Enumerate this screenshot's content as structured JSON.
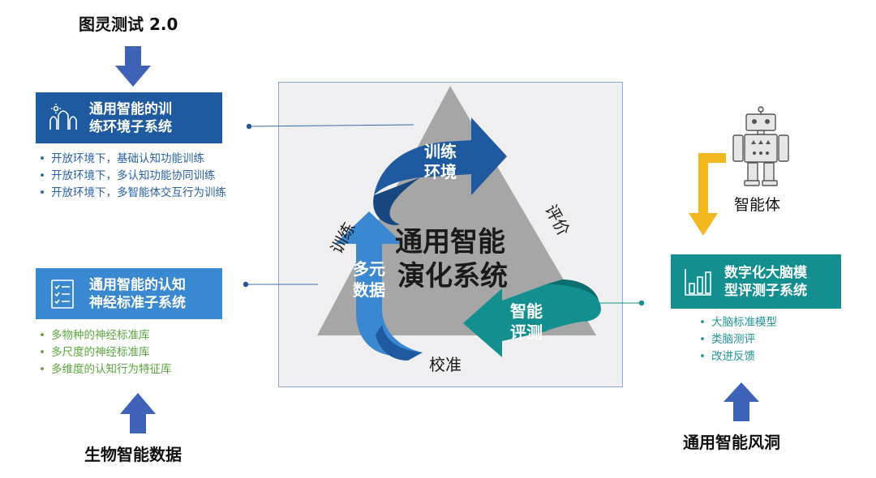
{
  "top_left_title": "图灵测试 2.0",
  "bottom_left_title": "生物智能数据",
  "bottom_right_title": "通用智能风洞",
  "agent_label": "智能体",
  "training_box": {
    "line1": "通用智能的训",
    "line2": "练环境子系统",
    "icon": "mountain-icon"
  },
  "training_bullets": [
    "开放环境下，基础认知功能训练",
    "开放环境下，多认知功能协同训练",
    "开放环境下，多智能体交互行为训练"
  ],
  "neuro_box": {
    "line1": "通用智能的认知",
    "line2": "神经标准子系统",
    "icon": "checklist-icon"
  },
  "neuro_bullets": [
    "多物种的神经标准库",
    "多尺度的神经标准库",
    "多维度的认知行为特征库"
  ],
  "brain_box": {
    "line1": "数字化大脑模",
    "line2": "型评测子系统",
    "icon": "bar-chart-icon"
  },
  "brain_bullets": [
    "大脑标准模型",
    "类脑测评",
    "改进反馈"
  ],
  "center": {
    "title_line1": "通用智能",
    "title_line2": "演化系统",
    "arrow_training_1": "训练",
    "arrow_training_2": "环境",
    "arrow_data_1": "多元",
    "arrow_data_2": "数据",
    "arrow_eval_1": "智能",
    "arrow_eval_2": "评测",
    "label_left": "训练",
    "label_right": "评价",
    "label_bottom": "校准"
  },
  "colors": {
    "blue_dark": "#1f5aa0",
    "blue_light": "#3a88d1",
    "teal": "#138f8f",
    "gold": "#f2b81e",
    "arrow_blue": "#3e62b5"
  }
}
